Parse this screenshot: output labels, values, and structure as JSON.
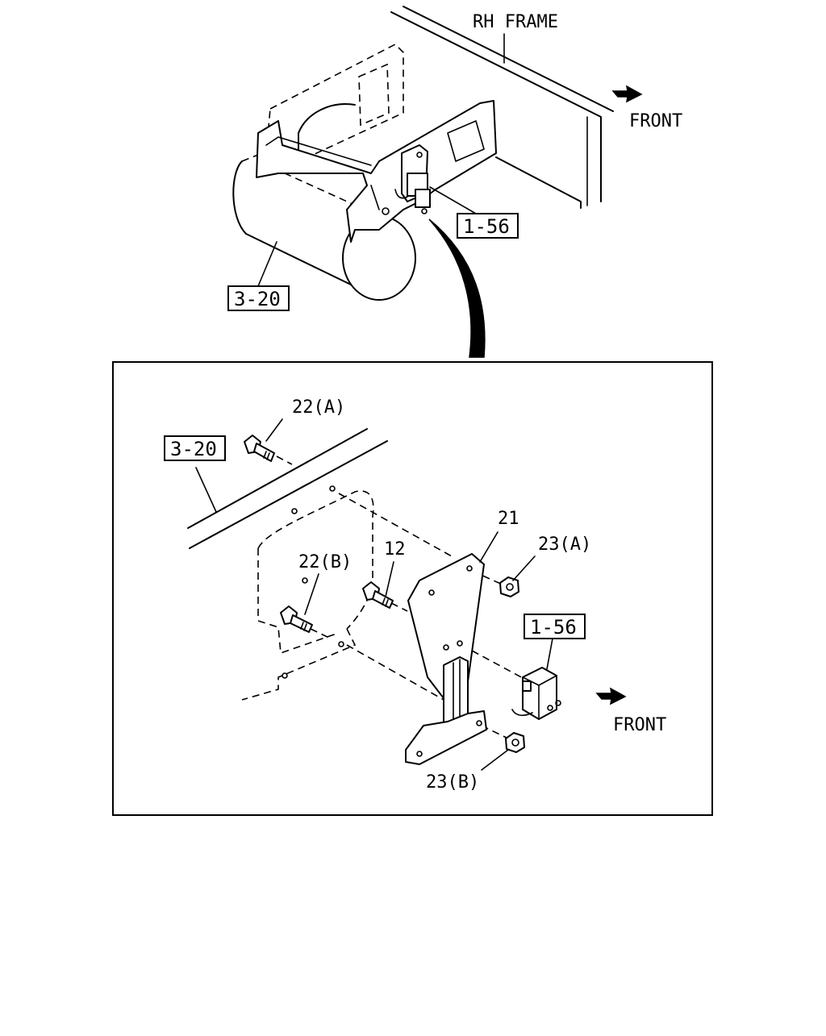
{
  "labels": {
    "rh_frame": "RH FRAME",
    "front_top": "FRONT",
    "front_detail": "FRONT",
    "ref_top_switch": "1-56",
    "ref_top_tank": "3-20",
    "ref_detail_tank": "3-20",
    "ref_detail_switch": "1-56",
    "part_22a": "22(A)",
    "part_22b": "22(B)",
    "part_12": "12",
    "part_21": "21",
    "part_23a": "23(A)",
    "part_23b": "23(B)"
  },
  "icons": {
    "front_arrow": "right-down-arrow-icon"
  }
}
